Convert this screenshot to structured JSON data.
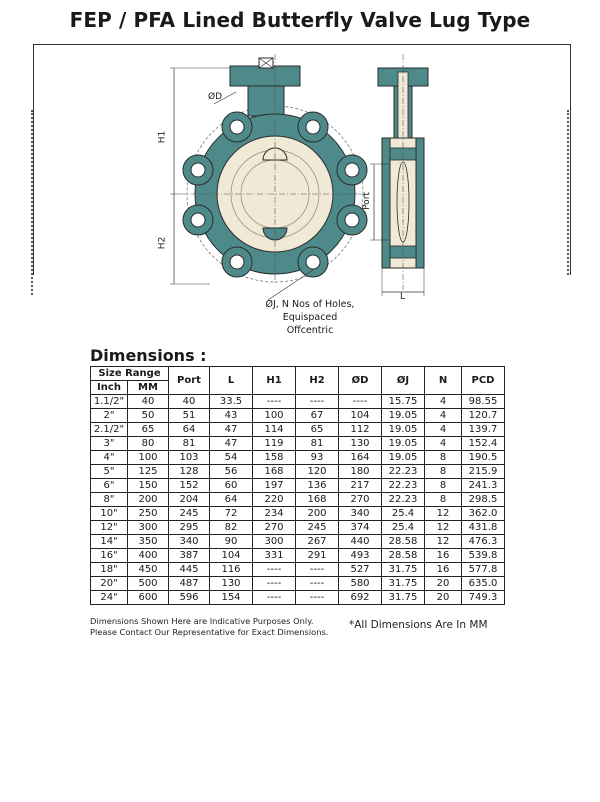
{
  "page_title": "FEP / PFA Lined Butterfly Valve Lug Type",
  "diagram": {
    "label_od": "ØD",
    "label_h1": "H1",
    "label_h2": "H2",
    "label_port": "Port",
    "label_l": "L",
    "note_j": [
      "ØJ, N Nos of Holes,",
      "Equispaced",
      "Offcentric"
    ],
    "colors": {
      "body": "#4f8a8b",
      "liner": "#efe9d6",
      "outline": "#2b2b2b"
    }
  },
  "dimensions_title": "Dimensions :",
  "table": {
    "group_header": "Size Range",
    "headers": [
      "Inch",
      "MM",
      "Port",
      "L",
      "H1",
      "H2",
      "ØD",
      "ØJ",
      "N",
      "PCD"
    ],
    "rows": [
      [
        "1.1/2\"",
        "40",
        "40",
        "33.5",
        "----",
        "----",
        "----",
        "15.75",
        "4",
        "98.55"
      ],
      [
        "2\"",
        "50",
        "51",
        "43",
        "100",
        "67",
        "104",
        "19.05",
        "4",
        "120.7"
      ],
      [
        "2.1/2\"",
        "65",
        "64",
        "47",
        "114",
        "65",
        "112",
        "19.05",
        "4",
        "139.7"
      ],
      [
        "3\"",
        "80",
        "81",
        "47",
        "119",
        "81",
        "130",
        "19.05",
        "4",
        "152.4"
      ],
      [
        "4\"",
        "100",
        "103",
        "54",
        "158",
        "93",
        "164",
        "19.05",
        "8",
        "190.5"
      ],
      [
        "5\"",
        "125",
        "128",
        "56",
        "168",
        "120",
        "180",
        "22.23",
        "8",
        "215.9"
      ],
      [
        "6\"",
        "150",
        "152",
        "60",
        "197",
        "136",
        "217",
        "22.23",
        "8",
        "241.3"
      ],
      [
        "8\"",
        "200",
        "204",
        "64",
        "220",
        "168",
        "270",
        "22.23",
        "8",
        "298.5"
      ],
      [
        "10\"",
        "250",
        "245",
        "72",
        "234",
        "200",
        "340",
        "25.4",
        "12",
        "362.0"
      ],
      [
        "12\"",
        "300",
        "295",
        "82",
        "270",
        "245",
        "374",
        "25.4",
        "12",
        "431.8"
      ],
      [
        "14\"",
        "350",
        "340",
        "90",
        "300",
        "267",
        "440",
        "28.58",
        "12",
        "476.3"
      ],
      [
        "16\"",
        "400",
        "387",
        "104",
        "331",
        "291",
        "493",
        "28.58",
        "16",
        "539.8"
      ],
      [
        "18\"",
        "450",
        "445",
        "116",
        "----",
        "----",
        "527",
        "31.75",
        "16",
        "577.8"
      ],
      [
        "20\"",
        "500",
        "487",
        "130",
        "----",
        "----",
        "580",
        "31.75",
        "20",
        "635.0"
      ],
      [
        "24\"",
        "600",
        "596",
        "154",
        "----",
        "----",
        "692",
        "31.75",
        "20",
        "749.3"
      ]
    ]
  },
  "footnote_lines": [
    "Dimensions Shown Here are Indicative Purposes Only.",
    "Please Contact Our Representative for Exact Dimensions."
  ],
  "note_units": "*All Dimensions Are In MM"
}
